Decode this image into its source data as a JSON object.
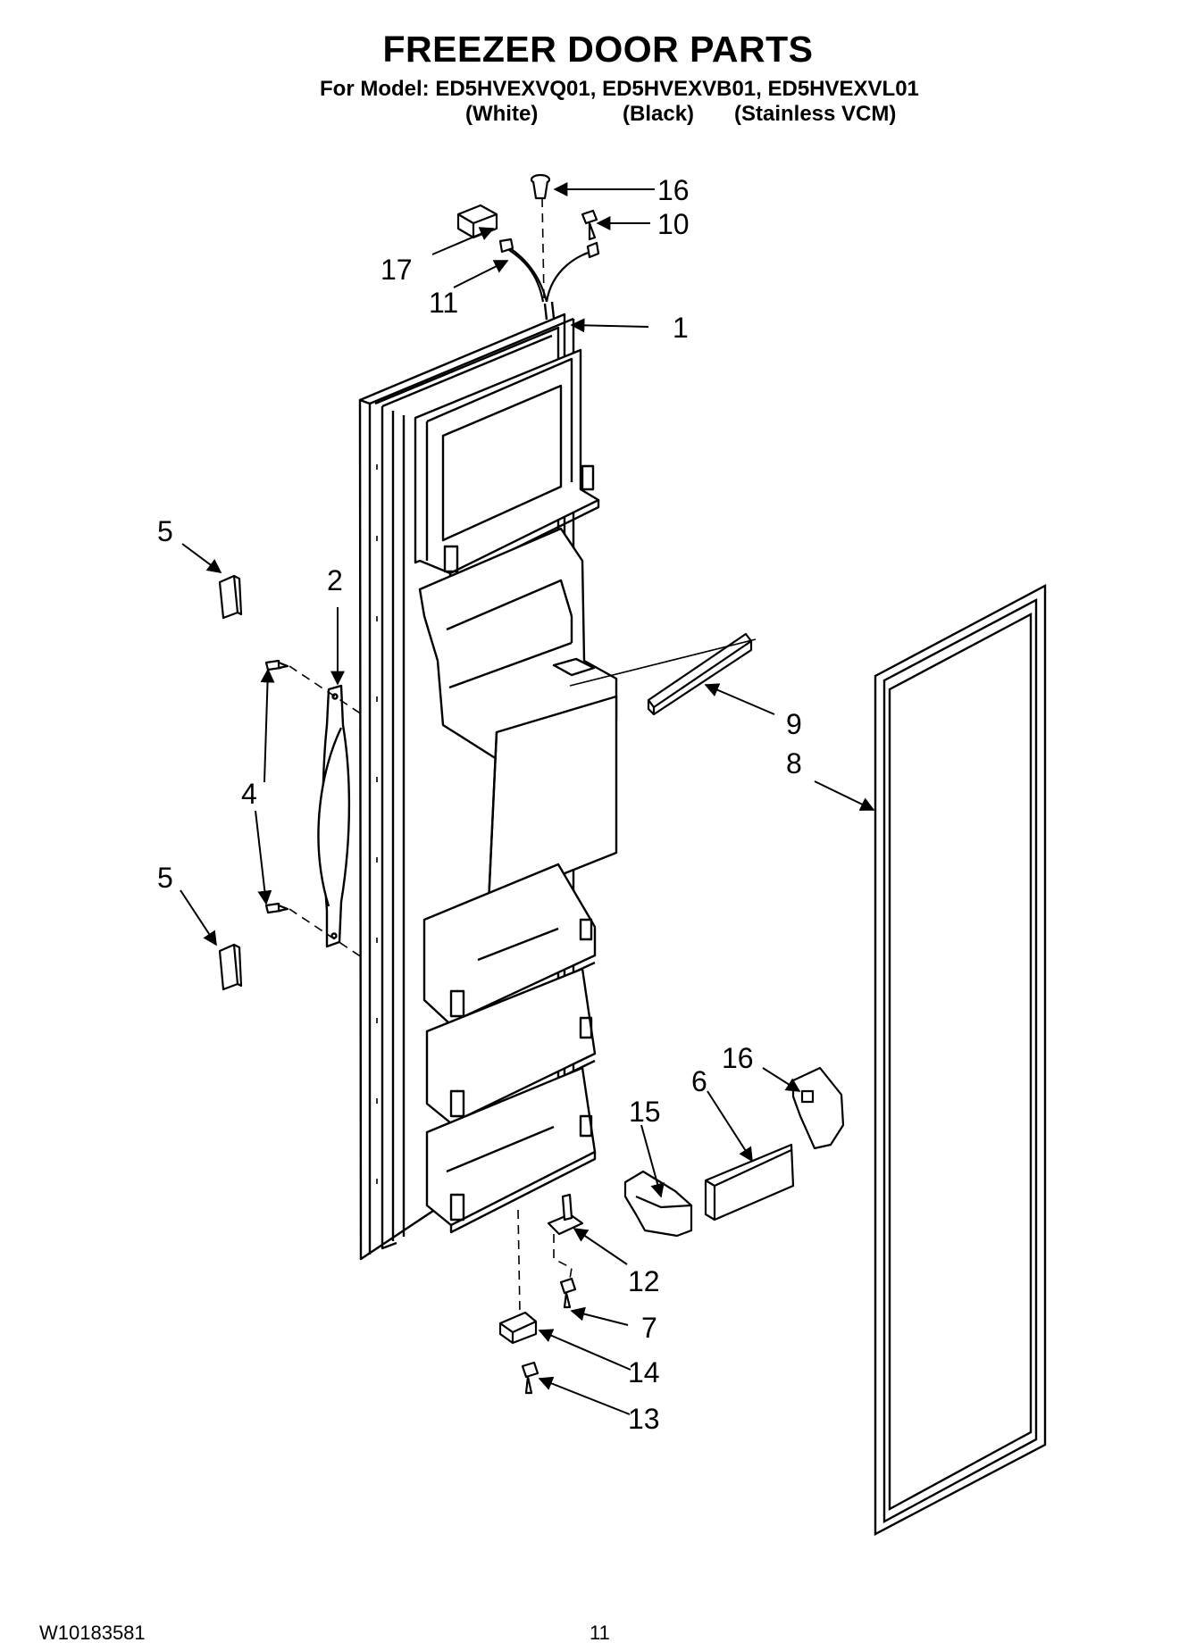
{
  "header": {
    "title": "FREEZER DOOR PARTS",
    "model_line": "For Model: ED5HVEXVQ01, ED5HVEXVB01, ED5HVEXVL01",
    "colors": [
      "(White)",
      "(Black)",
      "(Stainless VCM)"
    ]
  },
  "callouts": {
    "c1": "1",
    "c2": "2",
    "c4": "4",
    "c5a": "5",
    "c5b": "5",
    "c6": "6",
    "c7": "7",
    "c8": "8",
    "c9": "9",
    "c10": "10",
    "c11": "11",
    "c12": "12",
    "c13": "13",
    "c14": "14",
    "c15": "15",
    "c16a": "16",
    "c16b": "16",
    "c17": "17"
  },
  "footer": {
    "doc_number": "W10183581",
    "page_number": "11"
  }
}
